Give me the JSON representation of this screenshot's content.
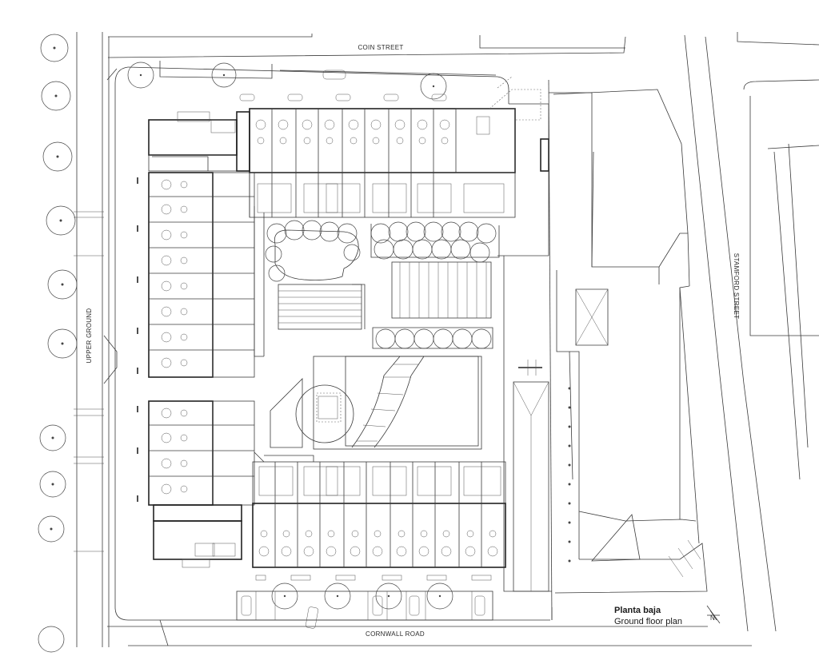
{
  "streets": {
    "north": "COIN STREET",
    "south": "CORNWALL ROAD",
    "west": "UPPER GROUND",
    "east": "STAMFORD STREET"
  },
  "caption": {
    "spanish": "Planta baja",
    "english": "Ground floor plan"
  },
  "colors": {
    "ink": "#3a3a3a",
    "paper": "#ffffff"
  },
  "north_marker_symbol": "N"
}
